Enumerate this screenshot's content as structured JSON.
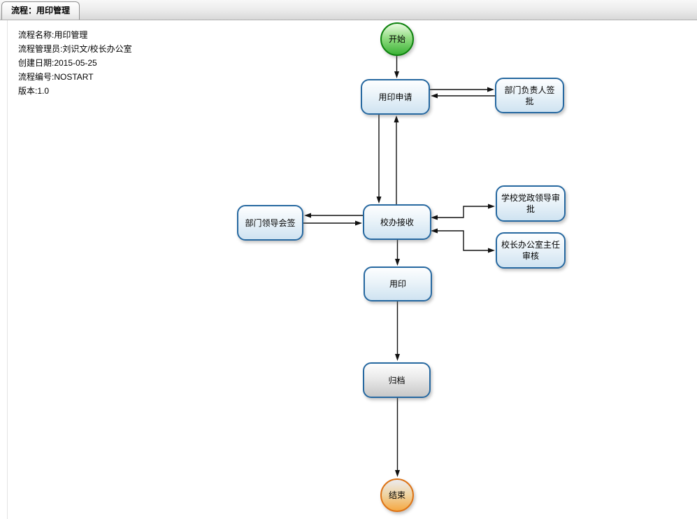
{
  "window": {
    "tab_label": "流程：用印管理"
  },
  "info_panel": {
    "lines": [
      "流程名称:用印管理",
      "流程管理员:刘识文/校长办公室",
      "创建日期:2015-05-25",
      "流程编号:NOSTART",
      "版本:1.0"
    ]
  },
  "flowchart": {
    "nodes": [
      {
        "id": "start",
        "label": "开始",
        "shape": "circle",
        "fill": "green"
      },
      {
        "id": "seal-apply",
        "label": "用印申请",
        "shape": "rounded-rect",
        "fill": "blue"
      },
      {
        "id": "dept-head-sign",
        "label": "部门负责人签批",
        "shape": "rounded-rect",
        "fill": "blue"
      },
      {
        "id": "office-receive",
        "label": "校办接收",
        "shape": "rounded-rect",
        "fill": "blue"
      },
      {
        "id": "dept-leader-countersign",
        "label": "部门领导会签",
        "shape": "rounded-rect",
        "fill": "blue"
      },
      {
        "id": "school-leader-approve",
        "label": "学校党政领导审批",
        "shape": "rounded-rect",
        "fill": "blue"
      },
      {
        "id": "office-director-review",
        "label": "校长办公室主任审核",
        "shape": "rounded-rect",
        "fill": "blue"
      },
      {
        "id": "use-seal",
        "label": "用印",
        "shape": "rounded-rect",
        "fill": "blue"
      },
      {
        "id": "archive",
        "label": "归档",
        "shape": "rounded-rect",
        "fill": "gray"
      },
      {
        "id": "end",
        "label": "结束",
        "shape": "circle",
        "fill": "orange"
      }
    ],
    "edges": [
      {
        "from": "开始",
        "to": "用印申请"
      },
      {
        "from": "用印申请",
        "to": "部门负责人签批"
      },
      {
        "from": "部门负责人签批",
        "to": "用印申请"
      },
      {
        "from": "用印申请",
        "to": "校办接收"
      },
      {
        "from": "校办接收",
        "to": "用印申请"
      },
      {
        "from": "校办接收",
        "to": "部门领导会签"
      },
      {
        "from": "部门领导会签",
        "to": "校办接收"
      },
      {
        "from": "校办接收",
        "to": "学校党政领导审批",
        "bidirectional": true
      },
      {
        "from": "校办接收",
        "to": "校长办公室主任审核",
        "bidirectional": true
      },
      {
        "from": "校办接收",
        "to": "用印"
      },
      {
        "from": "用印",
        "to": "归档"
      },
      {
        "from": "归档",
        "to": "结束"
      }
    ]
  },
  "colors": {
    "task_border_blue": "#2668a0",
    "task_fill_blue": "#cfe3f1",
    "archive_fill_gray": "#c7c7c7",
    "start_border_green": "#0f830f",
    "start_fill_green": "#3cb337",
    "end_border_orange": "#dd7417",
    "end_fill_orange": "#f5a843",
    "edge_line": "#111111"
  }
}
